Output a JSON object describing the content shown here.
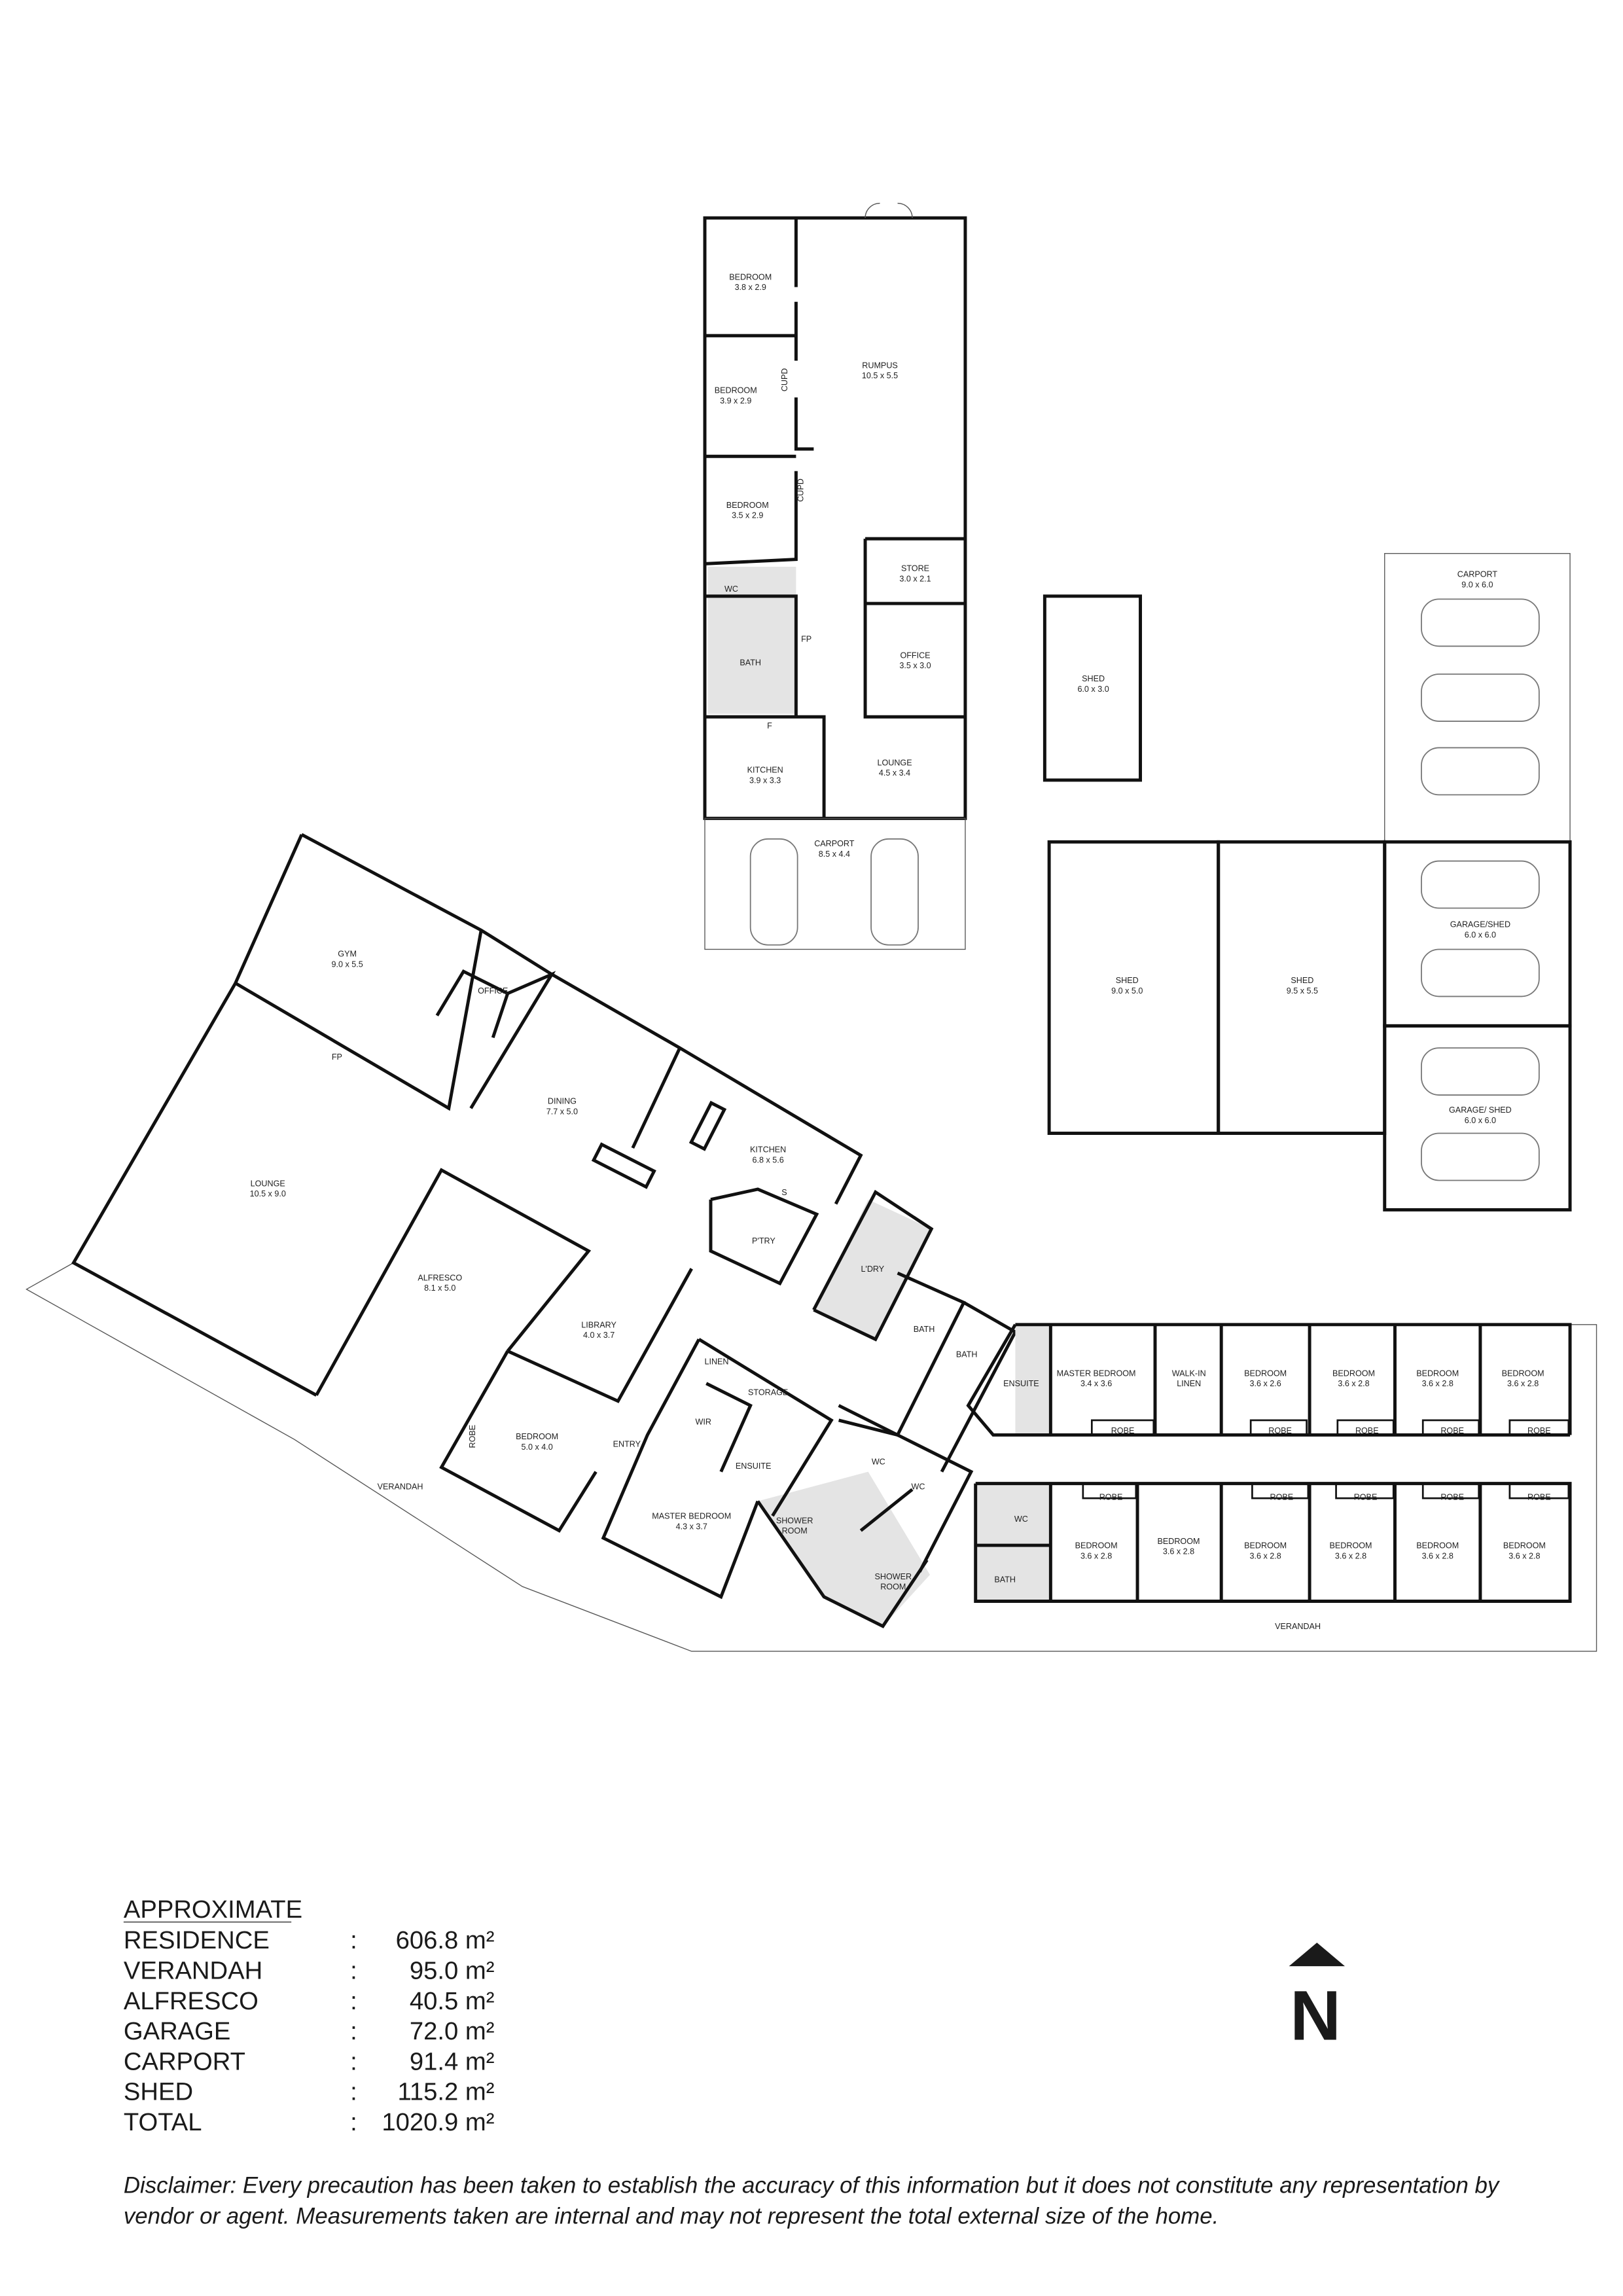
{
  "rooms": [
    {
      "name": "BEDROOM",
      "dims": "3.8 x 2.9"
    },
    {
      "name": "BEDROOM",
      "dims": "3.9 x 2.9"
    },
    {
      "name": "BEDROOM",
      "dims": "3.5 x 2.9"
    },
    {
      "name": "RUMPUS",
      "dims": "10.5 x 5.5"
    },
    {
      "name": "STORE",
      "dims": "3.0 x 2.1"
    },
    {
      "name": "OFFICE",
      "dims": "3.5 x 3.0"
    },
    {
      "name": "WC",
      "dims": ""
    },
    {
      "name": "BATH",
      "dims": ""
    },
    {
      "name": "KITCHEN",
      "dims": "3.9 x 3.3"
    },
    {
      "name": "LOUNGE",
      "dims": "4.5 x 3.4"
    },
    {
      "name": "CARPORT",
      "dims": "8.5 x 4.4"
    },
    {
      "name": "CUPD",
      "dims": ""
    },
    {
      "name": "CUPD",
      "dims": ""
    },
    {
      "name": "FP",
      "dims": ""
    },
    {
      "name": "F",
      "dims": ""
    },
    {
      "name": "SHED",
      "dims": "6.0 x 3.0"
    },
    {
      "name": "CARPORT",
      "dims": "9.0 x 6.0"
    },
    {
      "name": "SHED",
      "dims": "9.0 x 5.0"
    },
    {
      "name": "SHED",
      "dims": "9.5 x 5.5"
    },
    {
      "name": "GARAGE/SHED",
      "dims": "6.0 x 6.0"
    },
    {
      "name": "GARAGE/ SHED",
      "dims": "6.0 x 6.0"
    },
    {
      "name": "GYM",
      "dims": "9.0 x 5.5"
    },
    {
      "name": "OFFICE",
      "dims": ""
    },
    {
      "name": "FP",
      "dims": ""
    },
    {
      "name": "DINING",
      "dims": "7.7 x 5.0"
    },
    {
      "name": "KITCHEN",
      "dims": "6.8 x 5.6"
    },
    {
      "name": "S",
      "dims": ""
    },
    {
      "name": "LOUNGE",
      "dims": "10.5 x 9.0"
    },
    {
      "name": "ALFRESCO",
      "dims": "8.1 x 5.0"
    },
    {
      "name": "P'TRY",
      "dims": ""
    },
    {
      "name": "L'DRY",
      "dims": ""
    },
    {
      "name": "LIBRARY",
      "dims": "4.0 x 3.7"
    },
    {
      "name": "BATH",
      "dims": ""
    },
    {
      "name": "BATH",
      "dims": ""
    },
    {
      "name": "LINEN",
      "dims": ""
    },
    {
      "name": "STORAGE",
      "dims": ""
    },
    {
      "name": "WIR",
      "dims": ""
    },
    {
      "name": "ENSUITE",
      "dims": ""
    },
    {
      "name": "WC",
      "dims": ""
    },
    {
      "name": "WC",
      "dims": ""
    },
    {
      "name": "ENTRY",
      "dims": ""
    },
    {
      "name": "BEDROOM",
      "dims": "5.0 x 4.0"
    },
    {
      "name": "ROBE",
      "dims": ""
    },
    {
      "name": "MASTER BEDROOM",
      "dims": "4.3 x 3.7"
    },
    {
      "name": "SHOWER",
      "dims": "ROOM"
    },
    {
      "name": "SHOWER",
      "dims": "ROOM"
    },
    {
      "name": "ENSUITE",
      "dims": ""
    },
    {
      "name": "WC",
      "dims": ""
    },
    {
      "name": "BATH",
      "dims": ""
    },
    {
      "name": "VERANDAH",
      "dims": ""
    },
    {
      "name": "VERANDAH",
      "dims": ""
    },
    {
      "name": "MASTER BEDROOM",
      "dims": "3.4 x 3.6"
    },
    {
      "name": "WALK-IN",
      "dims": "LINEN"
    },
    {
      "name": "BEDROOM",
      "dims": "3.6 x 2.6"
    },
    {
      "name": "BEDROOM",
      "dims": "3.6 x 2.8"
    },
    {
      "name": "BEDROOM",
      "dims": "3.6 x 2.8"
    },
    {
      "name": "BEDROOM",
      "dims": "3.6 x 2.8"
    },
    {
      "name": "ROBE",
      "dims": ""
    },
    {
      "name": "ROBE",
      "dims": ""
    },
    {
      "name": "ROBE",
      "dims": ""
    },
    {
      "name": "ROBE",
      "dims": ""
    },
    {
      "name": "ROBE",
      "dims": ""
    },
    {
      "name": "ROBE",
      "dims": ""
    },
    {
      "name": "ROBE",
      "dims": ""
    },
    {
      "name": "ROBE",
      "dims": ""
    },
    {
      "name": "ROBE",
      "dims": ""
    },
    {
      "name": "ROBE",
      "dims": ""
    },
    {
      "name": "BEDROOM",
      "dims": "3.6 x 2.8"
    },
    {
      "name": "BEDROOM",
      "dims": "3.6 x 2.8"
    },
    {
      "name": "BEDROOM",
      "dims": "3.6 x 2.8"
    },
    {
      "name": "BEDROOM",
      "dims": "3.6 x 2.8"
    },
    {
      "name": "BEDROOM",
      "dims": "3.6 x 2.8"
    },
    {
      "name": "BEDROOM",
      "dims": "3.6 x 2.8"
    }
  ],
  "areas": {
    "heading": "APPROXIMATE",
    "rows": [
      {
        "label": "RESIDENCE",
        "sep": ":",
        "value": "606.8 m²"
      },
      {
        "label": "VERANDAH",
        "sep": ":",
        "value": "95.0 m²"
      },
      {
        "label": "ALFRESCO",
        "sep": ":",
        "value": "40.5 m²"
      },
      {
        "label": "GARAGE",
        "sep": ":",
        "value": "72.0 m²"
      },
      {
        "label": "CARPORT",
        "sep": ":",
        "value": "91.4 m²"
      },
      {
        "label": "SHED",
        "sep": ":",
        "value": "115.2 m²"
      },
      {
        "label": "TOTAL",
        "sep": ":",
        "value": "1020.9 m²"
      }
    ]
  },
  "north": {
    "label": "N",
    "icon": "north-arrow-icon"
  },
  "disclaimer": {
    "line1": "Disclaimer: Every precaution has been taken to establish the accuracy of this information but it does not constitute any representation by",
    "line2": "vendor or agent. Measurements taken are internal and may not represent the total external size of the home."
  }
}
